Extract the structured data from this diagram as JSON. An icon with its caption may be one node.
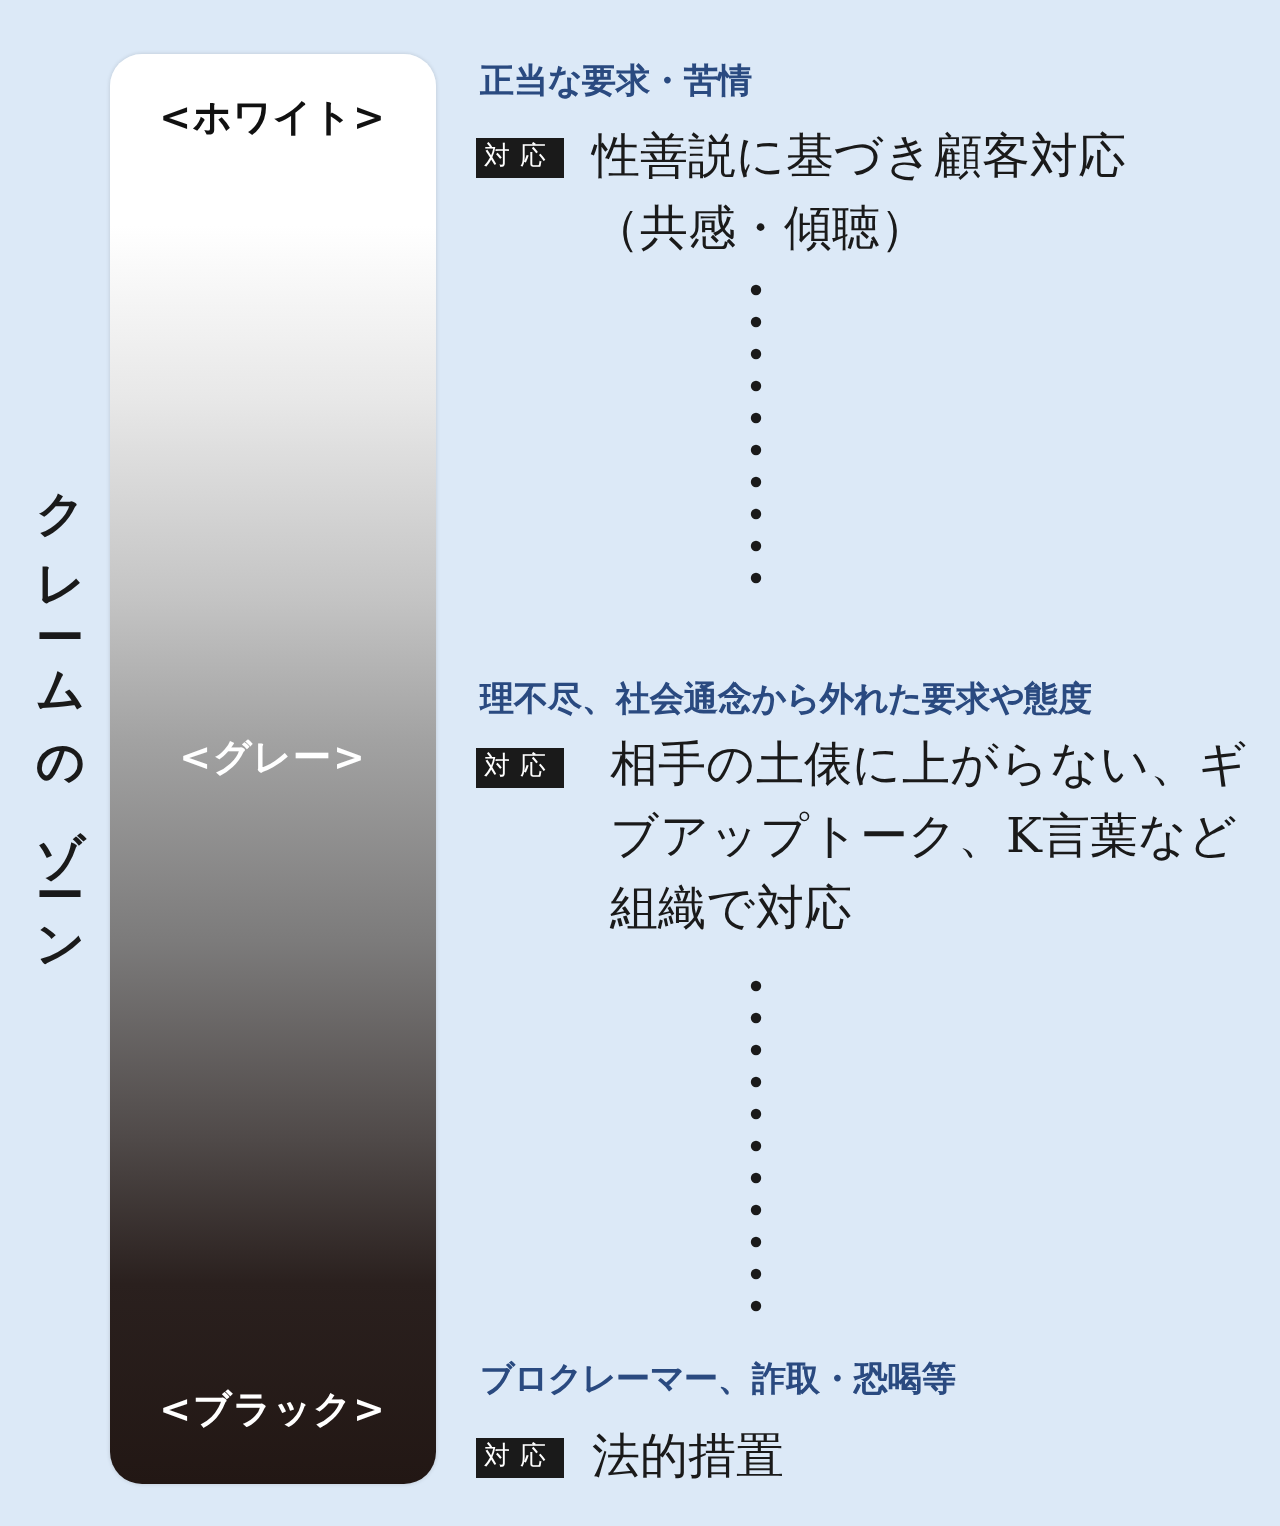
{
  "diagram": {
    "nodes": [
      {
        "text": [
          "<ホワイト>",
          "<グレー>",
          "<ブラック>"
        ],
        "beside": [
          "クレームのゾーン"
        ]
      },
      {
        "text": [
          "対応"
        ],
        "beside": [
          "性善説に基づき顧客対応（共感・傾聴）"
        ]
      },
      {
        "text": [
          "対応"
        ],
        "beside": [
          "相手の土俵に上がらない、ギブアップトーク、K言葉など組織で対応"
        ]
      },
      {
        "text": [
          "対応"
        ],
        "beside": [
          "法的措置"
        ]
      }
    ],
    "labels": [
      "正当な要求・苦情",
      "理不尽、社会通念から外れた要求や態度",
      "ブロクレーマー、詐取・恐喝等"
    ]
  }
}
